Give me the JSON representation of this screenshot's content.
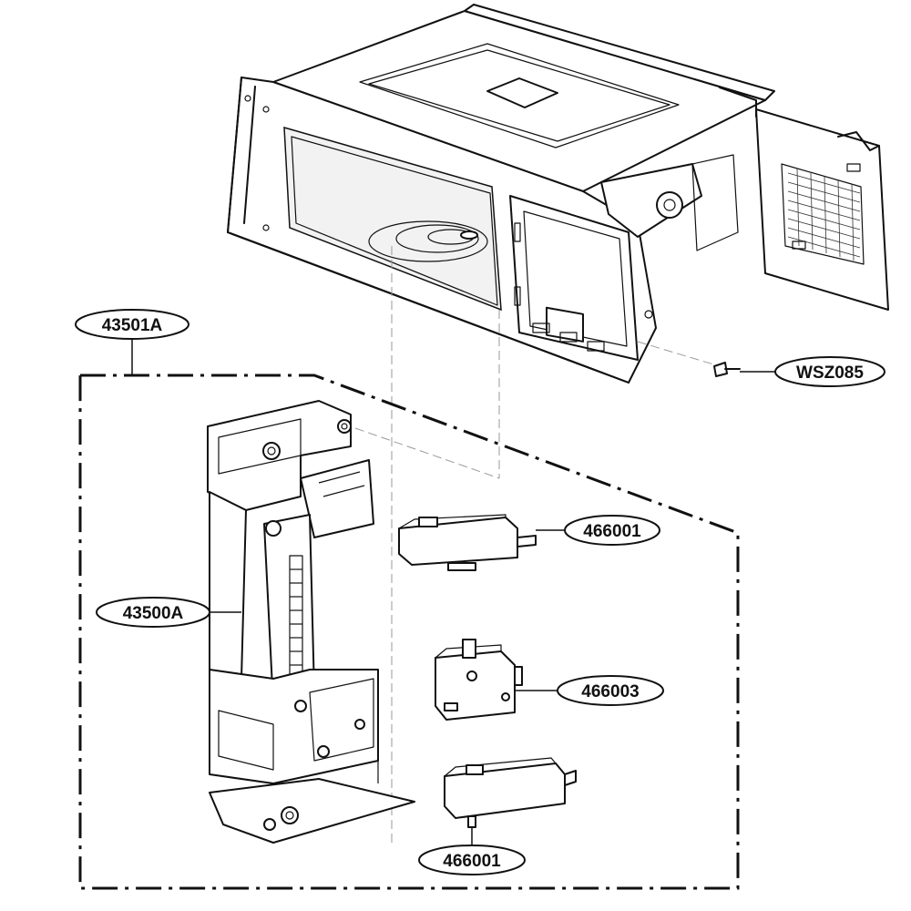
{
  "diagram": {
    "callouts": {
      "door_latch_assembly": "43501A",
      "screw": "WSZ085",
      "latch_board": "43500A",
      "switch_upper": "466001",
      "switch_middle": "466003",
      "switch_lower": "466001"
    },
    "colors": {
      "ink": "#111111",
      "background": "#ffffff",
      "guide": "#9a9a9a"
    }
  }
}
